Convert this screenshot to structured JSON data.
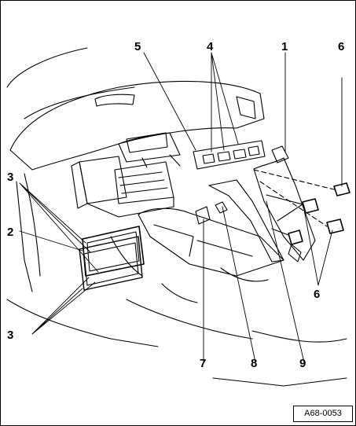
{
  "callouts": {
    "c1": "1",
    "c2": "2",
    "c3_upper": "3",
    "c3_lower": "3",
    "c4": "4",
    "c5": "5",
    "c6_upper": "6",
    "c6_lower": "6",
    "c7": "7",
    "c8": "8",
    "c9": "9"
  },
  "reference_code": "A68-0053"
}
